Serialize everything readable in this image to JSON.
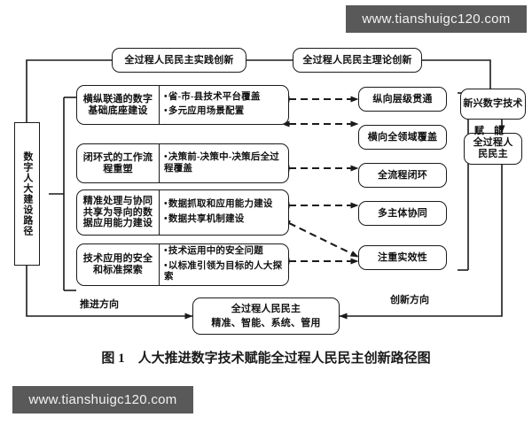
{
  "figure": {
    "caption": "图 1　人大推进数字技术赋能全过程人民民主创新路径图"
  },
  "watermarks": {
    "top_right": "www.tianshuigc120.com",
    "bottom_left": "www.tianshuigc120.com"
  },
  "nodes": {
    "root_path": "数字人大建设路径",
    "top_left": "全过程人民民主实践创新",
    "top_right": "全过程人民民主理论创新",
    "tech_source": "新兴数字技术",
    "democracy_target": "全过程人\n民民主",
    "democracy_target_line1": "全过程人",
    "democracy_target_line2": "民民主",
    "outcome_line1": "全过程人民民主",
    "outcome_line2": "精准、智能、系统、管用"
  },
  "path_rows": [
    {
      "title": "横纵联通的数字基础底座建设",
      "title_line1": "横纵联通的数字",
      "title_line2": "基础底座建设",
      "bullets": [
        "省-市-县技术平台覆盖",
        "多元应用场景配置"
      ]
    },
    {
      "title": "闭环式的工作流程重塑",
      "title_line1": "闭环式的工作流",
      "title_line2": "程重塑",
      "bullets": [
        "决策前-决策中-决策后全过程覆盖"
      ]
    },
    {
      "title": "精准处理与协同共享为导向的数据应用能力建设",
      "title_line1": "精准处理与协同",
      "title_line2": "共享为导向的数",
      "title_line3": "据应用能力建设",
      "bullets": [
        "数据抓取和应用能力建设",
        "数据共享机制建设"
      ]
    },
    {
      "title": "技术应用的安全和标准探索",
      "title_line1": "技术应用的安全",
      "title_line2": "和标准探索",
      "bullets": [
        "技术运用中的安全问题",
        "以标准引领为目标的人大探索"
      ]
    }
  ],
  "principles": [
    "纵向层级贯通",
    "横向全领域覆盖",
    "全流程闭环",
    "多主体协同",
    "注重实效性"
  ],
  "edge_labels": {
    "enable": "赋　能",
    "advance_direction": "推进方向",
    "innovation_direction": "创新方向"
  },
  "colors": {
    "stroke": "#1a1a1a",
    "fill": "#ffffff",
    "watermark_bg": "#595959",
    "watermark_text": "#f2f2f2"
  }
}
